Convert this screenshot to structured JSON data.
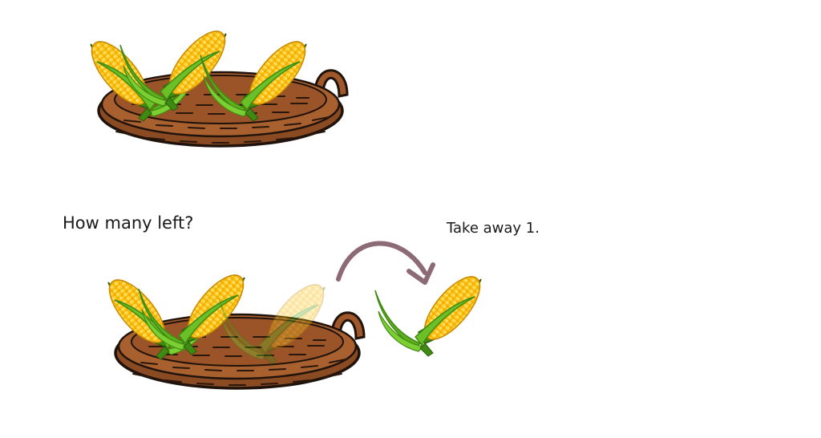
{
  "question": "How many left?",
  "instruction": "Take away 1.",
  "top_basket_count": 3,
  "bottom_basket_remaining": 2,
  "taken_away": 1,
  "colors": {
    "basket": "#a0582a",
    "basket_dark": "#6b3618",
    "outline": "#1f130c",
    "corn_kernel": "#f7b900",
    "corn_kernel_light": "#ffd84a",
    "husk": "#5fae1e",
    "husk_dark": "#3f8a12",
    "arrow": "#8c6a76"
  }
}
